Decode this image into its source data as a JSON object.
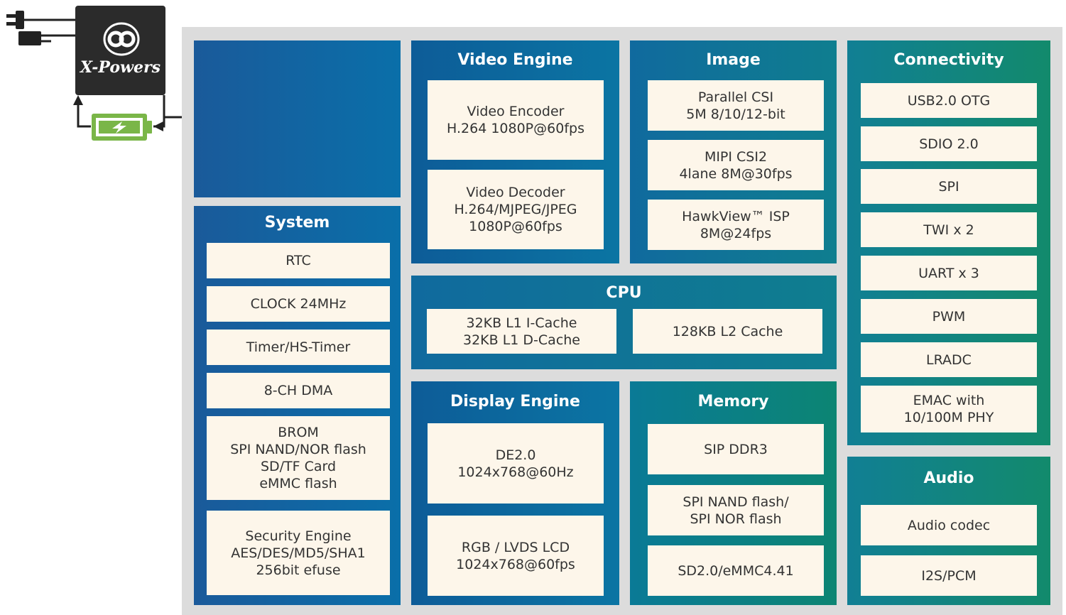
{
  "pmic": {
    "brand": "X-Powers"
  },
  "system": {
    "title": "System",
    "blocks": [
      {
        "lines": [
          "RTC"
        ]
      },
      {
        "lines": [
          "CLOCK 24MHz"
        ]
      },
      {
        "lines": [
          "Timer/HS-Timer"
        ]
      },
      {
        "lines": [
          "8-CH DMA"
        ]
      },
      {
        "lines": [
          "BROM",
          "SPI NAND/NOR flash",
          "SD/TF Card",
          "eMMC flash"
        ]
      },
      {
        "lines": [
          "Security Engine",
          "AES/DES/MD5/SHA1",
          "256bit efuse"
        ]
      }
    ]
  },
  "video_engine": {
    "title": "Video Engine",
    "blocks": [
      {
        "lines": [
          "Video Encoder",
          "H.264 1080P@60fps"
        ]
      },
      {
        "lines": [
          "Video Decoder",
          "H.264/MJPEG/JPEG",
          "1080P@60fps"
        ]
      }
    ]
  },
  "image": {
    "title": "Image",
    "blocks": [
      {
        "lines": [
          "Parallel CSI",
          "5M 8/10/12-bit"
        ]
      },
      {
        "lines": [
          "MIPI CSI2",
          "4lane 8M@30fps"
        ]
      },
      {
        "lines": [
          "HawkView™ ISP",
          "8M@24fps"
        ]
      }
    ]
  },
  "cpu": {
    "title": "CPU",
    "blocks": [
      {
        "lines": [
          "32KB L1 I-Cache",
          "32KB L1 D-Cache"
        ]
      },
      {
        "lines": [
          "128KB L2 Cache"
        ]
      }
    ]
  },
  "display_engine": {
    "title": "Display Engine",
    "blocks": [
      {
        "lines": [
          "DE2.0",
          "1024x768@60Hz"
        ]
      },
      {
        "lines": [
          "RGB / LVDS LCD",
          "1024x768@60fps"
        ]
      }
    ]
  },
  "memory": {
    "title": "Memory",
    "blocks": [
      {
        "lines": [
          "SIP DDR3"
        ]
      },
      {
        "lines": [
          "SPI NAND flash/",
          "SPI NOR flash"
        ]
      },
      {
        "lines": [
          "SD2.0/eMMC4.41"
        ]
      }
    ]
  },
  "connectivity": {
    "title": "Connectivity",
    "blocks": [
      {
        "lines": [
          "USB2.0 OTG"
        ]
      },
      {
        "lines": [
          "SDIO 2.0"
        ]
      },
      {
        "lines": [
          "SPI"
        ]
      },
      {
        "lines": [
          "TWI x 2"
        ]
      },
      {
        "lines": [
          "UART x 3"
        ]
      },
      {
        "lines": [
          "PWM"
        ]
      },
      {
        "lines": [
          "LRADC"
        ]
      },
      {
        "lines": [
          "EMAC with",
          "10/100M PHY"
        ]
      }
    ]
  },
  "audio": {
    "title": "Audio",
    "blocks": [
      {
        "lines": [
          "Audio codec"
        ]
      },
      {
        "lines": [
          "I2S/PCM"
        ]
      }
    ]
  },
  "colors": {
    "panel_blue": "#0a6fa9",
    "panel_teal": "#128a6c",
    "block_fill": "#fdf6ea",
    "chip_bg": "#dcdcdc",
    "battery": "#7ab648",
    "pmic": "#2b2b2b"
  },
  "icons": [
    "power-plug-icon",
    "usb-plug-icon",
    "x-powers-logo-icon",
    "battery-icon"
  ]
}
